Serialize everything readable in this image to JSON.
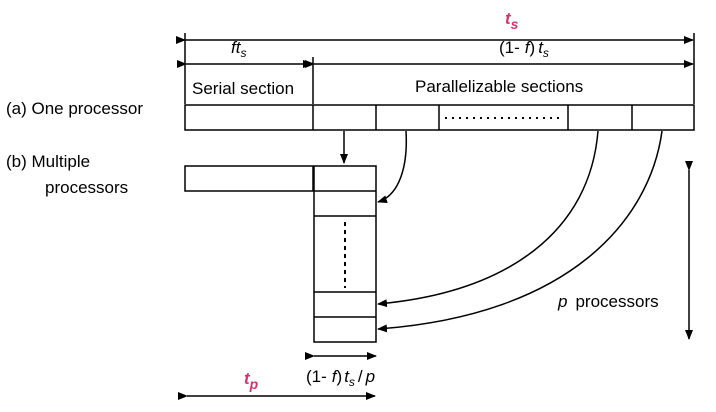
{
  "time_labels": {
    "ts_symbol": "t",
    "ts_sub": "s",
    "tp_symbol": "t",
    "tp_sub": "p",
    "serial_f": "f",
    "serial_t": "t",
    "serial_sub": "s",
    "par_open": "(1-",
    "par_f": "f",
    "par_close": ")",
    "par_t": "t",
    "par_sub": "s",
    "per_open": "(1-",
    "per_f": "f",
    "per_close": ")",
    "per_t": "t",
    "per_sub": "s",
    "per_slash": "/",
    "per_p": "p"
  },
  "sections": {
    "serial": "Serial section",
    "parallel": "Parallelizable sections"
  },
  "rows": {
    "one_processor": "(a) One processor",
    "multiple_line1": "(b) Multiple",
    "multiple_line2": "processors"
  },
  "processors": {
    "symbol": "p",
    "word": "processors"
  },
  "colors": {
    "accent": "#d6336c",
    "line": "#000000"
  }
}
